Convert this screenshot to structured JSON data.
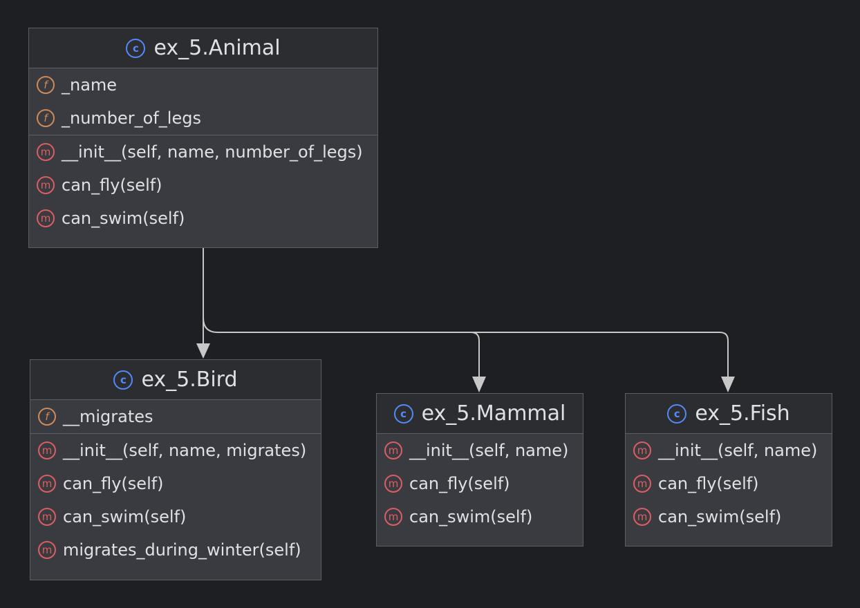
{
  "diagram": {
    "nodes": {
      "animal": {
        "title": "ex_5.Animal",
        "fields": [
          "_name",
          "_number_of_legs"
        ],
        "methods": [
          "__init__(self, name, number_of_legs)",
          "can_fly(self)",
          "can_swim(self)"
        ]
      },
      "bird": {
        "title": "ex_5.Bird",
        "fields": [
          "__migrates"
        ],
        "methods": [
          "__init__(self, name, migrates)",
          "can_fly(self)",
          "can_swim(self)",
          "migrates_during_winter(self)"
        ]
      },
      "mammal": {
        "title": "ex_5.Mammal",
        "methods": [
          "__init__(self, name)",
          "can_fly(self)",
          "can_swim(self)"
        ]
      },
      "fish": {
        "title": "ex_5.Fish",
        "methods": [
          "__init__(self, name)",
          "can_fly(self)",
          "can_swim(self)"
        ]
      }
    },
    "edges": [
      {
        "from": "animal",
        "to": "bird"
      },
      {
        "from": "animal",
        "to": "mammal"
      },
      {
        "from": "animal",
        "to": "fish"
      }
    ],
    "icons": {
      "class": "class-icon",
      "field": "field-icon",
      "method": "method-icon",
      "class_glyph": "c",
      "field_glyph": "f",
      "method_glyph": "m"
    },
    "colors": {
      "background": "#1e1f22",
      "node_fill": "#393b40",
      "header_fill": "#2b2d30",
      "border": "#5b5e63",
      "text": "#dfe1e5",
      "edge": "#c8c8c8",
      "class_icon": "#548af7",
      "field_icon": "#d08a57",
      "method_icon": "#dc5e62"
    }
  }
}
